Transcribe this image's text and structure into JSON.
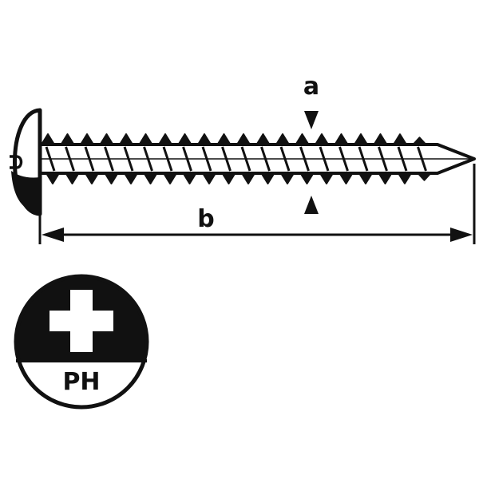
{
  "dimensions": {
    "diameter_label": "a",
    "length_label": "b"
  },
  "drive": {
    "type_label": "PH",
    "icon": "phillips-cross-icon"
  },
  "colors": {
    "ink": "#111111",
    "paper": "#ffffff"
  }
}
